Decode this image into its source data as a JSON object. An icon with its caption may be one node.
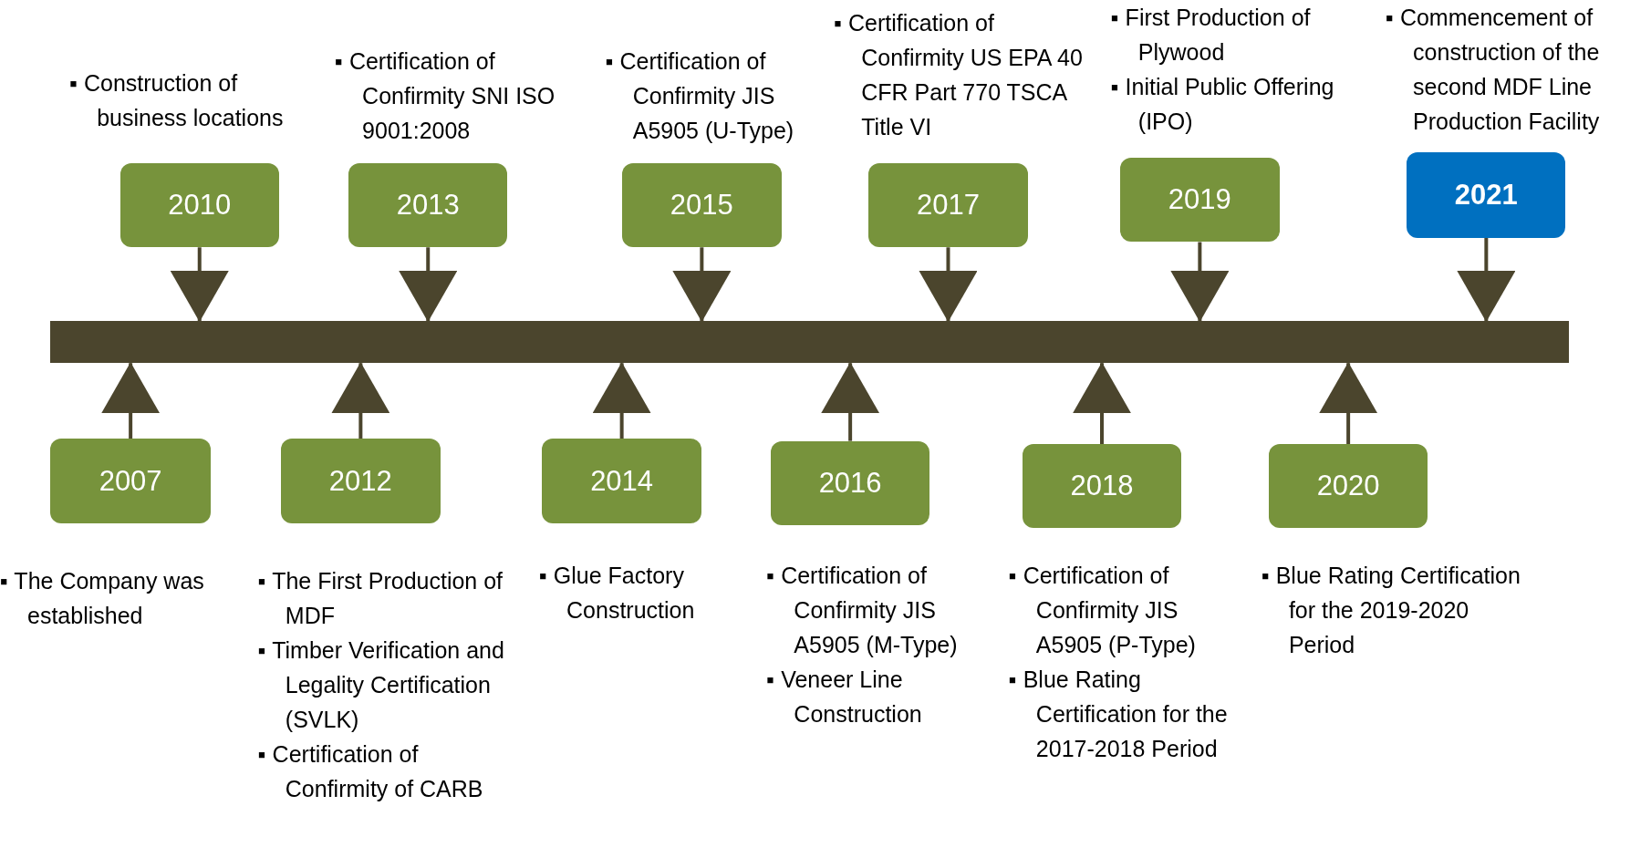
{
  "diagram": {
    "nodes": [
      {
        "text": [
          "2010"
        ],
        "beside": [
          "▪ Construction of business locations"
        ]
      },
      {
        "text": [
          "2013"
        ],
        "beside": [
          "▪ Certification of Confirmity SNI ISO 9001:2008"
        ]
      },
      {
        "text": [
          "2015"
        ],
        "beside": [
          "▪ Certification of Confirmity JIS A5905 (U-Type)"
        ]
      },
      {
        "text": [
          "2017"
        ],
        "beside": [
          "▪ Certification of Confirmity US EPA 40 CFR Part 770 TSCA Title VI"
        ]
      },
      {
        "text": [
          "2019"
        ],
        "beside": [
          "▪ First Production of Plywood",
          "▪ Initial Public Offering (IPO)"
        ]
      },
      {
        "text": [
          "2021"
        ],
        "beside": [
          "▪ Commencement of construction of the second MDF Line Production Facility"
        ]
      },
      {
        "text": [],
        "shape": "bar"
      },
      {
        "text": [
          "2007"
        ],
        "beside": [
          "▪ The Company was established"
        ]
      },
      {
        "text": [
          "2012"
        ],
        "beside": [
          "▪ The First Production of MDF",
          "▪ Timber Verification and Legality Certification (SVLK)",
          "▪ Certification of Confirmity of CARB"
        ]
      },
      {
        "text": [
          "2014"
        ],
        "beside": [
          "▪ Glue Factory Construction"
        ]
      },
      {
        "text": [
          "2016"
        ],
        "beside": [
          "▪ Certification of Confirmity JIS A5905 (M-Type)",
          "▪ Veneer Line Construction"
        ]
      },
      {
        "text": [
          "2018"
        ],
        "beside": [
          "▪ Certification of Confirmity JIS A5905 (P-Type)",
          "▪ Blue Rating Certification for the 2017-2018 Period"
        ]
      },
      {
        "text": [
          "2020"
        ],
        "beside": [
          "▪ Blue Rating Certification for the 2019-2020 Period"
        ]
      }
    ],
    "edges": [
      {
        "from": 0,
        "to": 6,
        "arrow": "to"
      },
      {
        "from": 1,
        "to": 6,
        "arrow": "to"
      },
      {
        "from": 2,
        "to": 6,
        "arrow": "to"
      },
      {
        "from": 3,
        "to": 6,
        "arrow": "to"
      },
      {
        "from": 4,
        "to": 6,
        "arrow": "to"
      },
      {
        "from": 5,
        "to": 6,
        "arrow": "to"
      },
      {
        "from": 7,
        "to": 6,
        "arrow": "to"
      },
      {
        "from": 8,
        "to": 6,
        "arrow": "to"
      },
      {
        "from": 9,
        "to": 6,
        "arrow": "to"
      },
      {
        "from": 10,
        "to": 6,
        "arrow": "to"
      },
      {
        "from": 11,
        "to": 6,
        "arrow": "to"
      },
      {
        "from": 12,
        "to": 6,
        "arrow": "to"
      }
    ]
  }
}
